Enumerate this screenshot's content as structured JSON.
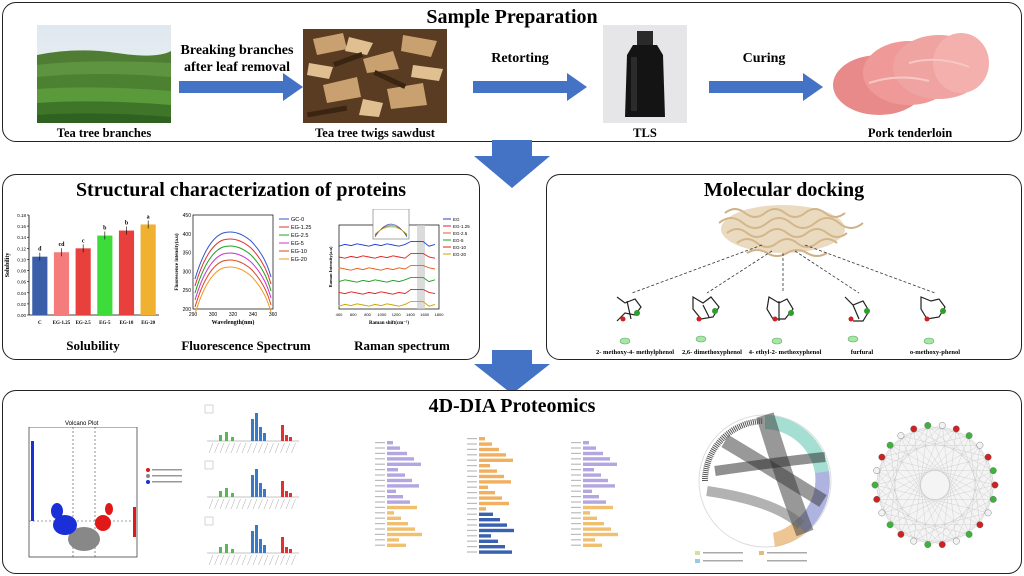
{
  "sample": {
    "title": "Sample Preparation",
    "step1_label": "Tea tree branches",
    "arrow1_label_line1": "Breaking branches",
    "arrow1_label_line2": "after leaf removal",
    "step2_label": "Tea tree twigs sawdust",
    "arrow2_label": "Retorting",
    "step3_label": "TLS",
    "arrow3_label": "Curing",
    "step4_label": "Pork tenderloin"
  },
  "structural": {
    "title": "Structural characterization of proteins",
    "solubility_label": "Solubility",
    "fluorescence_label": "Fluorescence Spectrum",
    "raman_label": "Raman spectrum"
  },
  "docking": {
    "title": "Molecular docking",
    "ligands": [
      "2- methoxy-4- methylphenol",
      "2,6- dimethoxyphenol",
      "4- ethyl-2- methoxyphenol",
      "furfural",
      "o-methoxy-phenol"
    ]
  },
  "proteomics": {
    "title": "4D-DIA Proteomics",
    "volcano_title": "Volcano Plot"
  },
  "colors": {
    "arrow_blue": "#4472c4",
    "panel_border": "#222222"
  },
  "chart_data": [
    {
      "type": "bar",
      "categories": [
        "C",
        "EG-1.25",
        "EG-2.5",
        "EG-5",
        "EG-10",
        "EG-20"
      ],
      "values": [
        0.105,
        0.113,
        0.12,
        0.143,
        0.152,
        0.163
      ],
      "letters": [
        "d",
        "cd",
        "c",
        "b",
        "b",
        "a"
      ],
      "ylabel": "Solubility",
      "ylim": [
        0,
        0.18
      ],
      "yticks": [
        "0.00",
        "0.02",
        "0.04",
        "0.06",
        "0.08",
        "0.10",
        "0.12",
        "0.14",
        "0.16",
        "0.18"
      ],
      "colors": [
        "#3a5ea8",
        "#f47c7c",
        "#e8403c",
        "#3ddc3a",
        "#e8403c",
        "#f0b030"
      ]
    },
    {
      "type": "line",
      "xlabel": "Wavelength(nm)",
      "ylabel": "Fluorescence intensity(a.u)",
      "xticks": [
        "290",
        "300",
        "320",
        "340",
        "360"
      ],
      "yticks": [
        "200",
        "250",
        "300",
        "350",
        "400",
        "450"
      ],
      "legend": [
        "GC-0",
        "EG-1.25",
        "EG-2.5",
        "EG-5",
        "EG-10",
        "EG-20"
      ],
      "series_colors": [
        "#3355cc",
        "#e03030",
        "#20a020",
        "#cc33cc",
        "#dd4422",
        "#ee9922"
      ]
    },
    {
      "type": "line",
      "xlabel": "Raman shift(cm⁻¹)",
      "ylabel": "Raman Intensity(a.u)",
      "xticks": [
        "400",
        "600",
        "800",
        "1000",
        "1200",
        "1400",
        "1600",
        "1800"
      ],
      "legend": [
        "EG",
        "EG-1.25",
        "EG-2.5",
        "EG-5",
        "EG-10",
        "EG-20"
      ],
      "series_colors": [
        "#2040d0",
        "#e02020",
        "#e06020",
        "#20a020",
        "#dd2222",
        "#d0a000"
      ]
    }
  ]
}
